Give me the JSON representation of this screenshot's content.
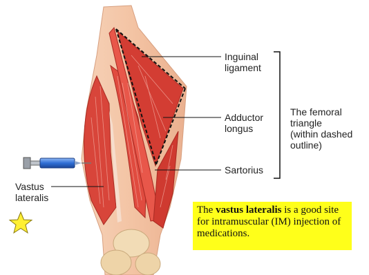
{
  "labels": {
    "inguinal_ligament": [
      "Inguinal",
      "ligament"
    ],
    "adductor_longus": [
      "Adductor",
      "longus"
    ],
    "sartorius": "Sartorius",
    "femoral_triangle": [
      "The femoral",
      "triangle",
      "(within dashed",
      "outline)"
    ],
    "vastus_lateralis": [
      "Vastus",
      "lateralis"
    ]
  },
  "caption": {
    "pre": "The ",
    "bold": "vastus lateralis",
    "post": " is a good site for intramuscular (IM) injection of medications."
  },
  "colors": {
    "muscle": "#d8453a",
    "muscle_dark": "#a82a22",
    "skin": "#f3c3a3",
    "bone": "#f2dcb6",
    "caption_bg": "#ffff1a",
    "star": "#ffef33",
    "syringe": "#2f6fd6"
  }
}
